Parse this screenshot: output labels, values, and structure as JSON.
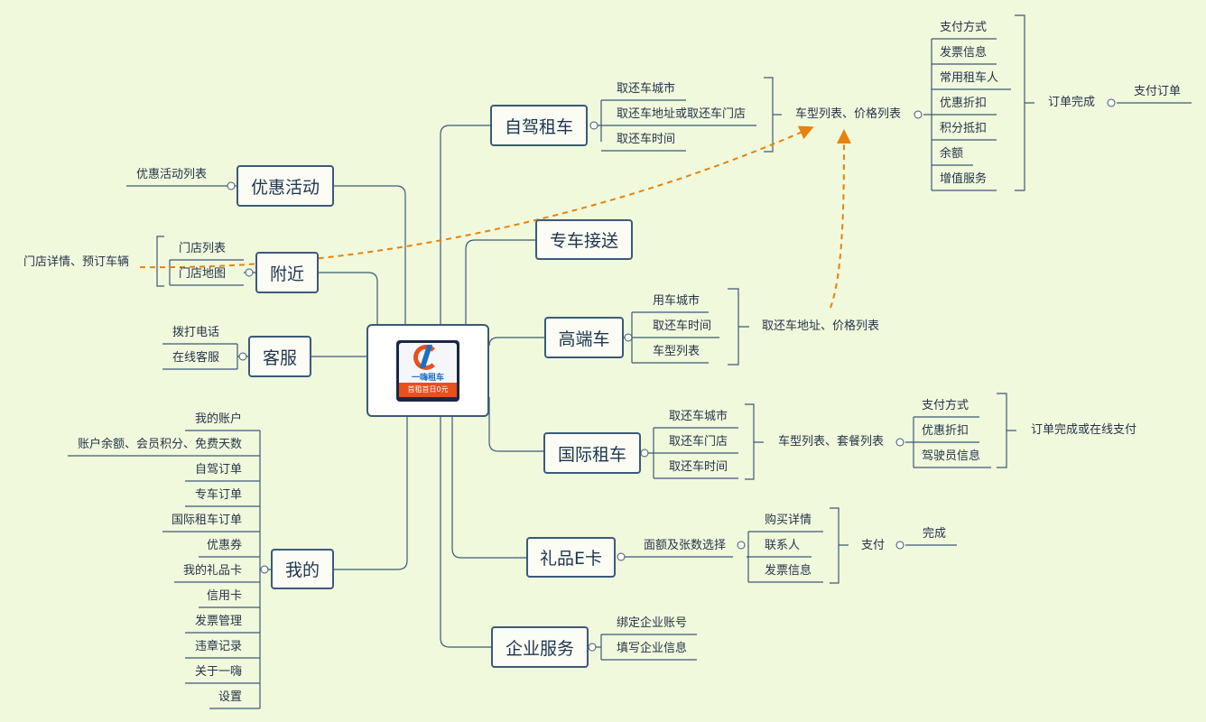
{
  "root": {
    "brand": "一嗨租车",
    "slogan": "首租首日0元"
  },
  "main": {
    "zijia": "自驾租车",
    "zhuanche": "专车接送",
    "gaoduan": "高端车",
    "guoji": "国际租车",
    "lipin": "礼品E卡",
    "qiye": "企业服务",
    "youhui": "优惠活动",
    "fujin": "附近",
    "kefu": "客服",
    "wode": "我的"
  },
  "zijia": {
    "subs": [
      "取还车城市",
      "取还车地址或取还车门店",
      "取还车时间"
    ],
    "mid": "车型列表、价格列表",
    "items": [
      "支付方式",
      "发票信息",
      "常用租车人",
      "优惠折扣",
      "积分抵扣",
      "余额",
      "增值服务"
    ],
    "done": "订单完成",
    "pay": "支付订单"
  },
  "gaoduan": {
    "subs": [
      "用车城市",
      "取还车时间",
      "车型列表"
    ],
    "mid": "取还车地址、价格列表"
  },
  "guoji": {
    "subs": [
      "取还车城市",
      "取还车门店",
      "取还车时间"
    ],
    "mid": "车型列表、套餐列表",
    "items": [
      "支付方式",
      "优惠折扣",
      "驾驶员信息"
    ],
    "done": "订单完成或在线支付"
  },
  "lipin": {
    "sub": "面额及张数选择",
    "items": [
      "购买详情",
      "联系人",
      "发票信息"
    ],
    "pay": "支付",
    "done": "完成"
  },
  "qiye": {
    "subs": [
      "绑定企业账号",
      "填写企业信息"
    ]
  },
  "youhui": {
    "sub": "优惠活动列表"
  },
  "fujin": {
    "subs": [
      "门店列表",
      "门店地图"
    ],
    "detail": "门店详情、预订车辆"
  },
  "kefu": {
    "subs": [
      "拨打电话",
      "在线客服"
    ]
  },
  "wode": {
    "subs": [
      "我的账户",
      "账户余额、会员积分、免费天数",
      "自驾订单",
      "专车订单",
      "国际租车订单",
      "优惠券",
      "我的礼品卡",
      "信用卡",
      "发票管理",
      "违章记录",
      "关于一嗨",
      "设置"
    ]
  },
  "colors": {
    "line": "#3b5a78",
    "dashed": "#e8820c",
    "background": "#f0f9dc"
  }
}
